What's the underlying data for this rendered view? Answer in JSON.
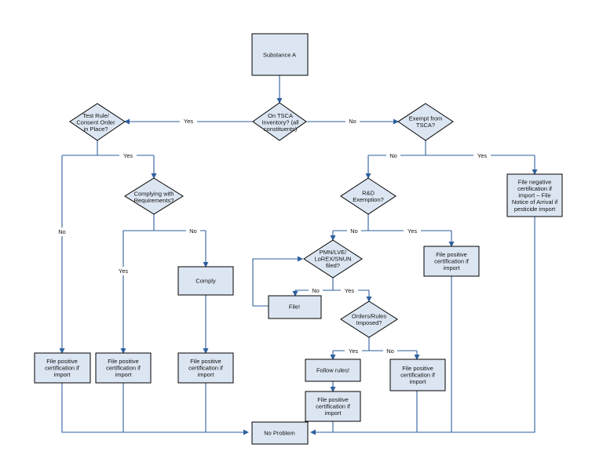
{
  "nodes": {
    "substance": {
      "lines": [
        "Substance A"
      ]
    },
    "on_tsca": {
      "lines": [
        "On TSCA",
        "Inventory? (all",
        "constituents)"
      ]
    },
    "test_rule": {
      "lines": [
        "Test Rule/",
        "Consent Order",
        "in Place?"
      ]
    },
    "exempt": {
      "lines": [
        "Exempt from",
        "TSCA?"
      ]
    },
    "complying": {
      "lines": [
        "Complying with",
        "Requirements?"
      ]
    },
    "rd": {
      "lines": [
        "R&D",
        "Exemption?"
      ]
    },
    "neg_cert": {
      "lines": [
        "File negative",
        "certification if",
        "import – File",
        "Notice of Arrival if",
        "pesticide import"
      ]
    },
    "pmn": {
      "lines": [
        "PMN/LVE/",
        "LoREX/SNUN",
        "filed?"
      ]
    },
    "comply": {
      "lines": [
        "Comply"
      ]
    },
    "file_pos_rd": {
      "lines": [
        "File positive",
        "certification if",
        "import"
      ]
    },
    "file": {
      "lines": [
        "File!"
      ]
    },
    "orders": {
      "lines": [
        "Orders/Rules",
        "Imposed?"
      ]
    },
    "file_pos_1": {
      "lines": [
        "File positive",
        "certification if",
        "import"
      ]
    },
    "file_pos_2": {
      "lines": [
        "File positive",
        "certification if",
        "import"
      ]
    },
    "file_pos_3": {
      "lines": [
        "File positive",
        "certification if",
        "import"
      ]
    },
    "follow": {
      "lines": [
        "Follow rules!"
      ]
    },
    "file_pos_4": {
      "lines": [
        "File positive",
        "certification if",
        "import"
      ]
    },
    "file_pos_5": {
      "lines": [
        "File positive",
        "certification if",
        "import"
      ]
    },
    "no_problem": {
      "lines": [
        "No Problem"
      ]
    }
  },
  "edge_labels": {
    "tsca_yes": "Yes",
    "tsca_no": "No",
    "test_yes": "Yes",
    "test_no": "No",
    "comply_yes": "Yes",
    "comply_no": "No",
    "exempt_no": "No",
    "exempt_yes": "Yes",
    "rd_no": "No",
    "rd_yes": "Yes",
    "pmn_no": "No",
    "pmn_yes": "Yes",
    "orders_yes": "Yes",
    "orders_no": "No"
  }
}
